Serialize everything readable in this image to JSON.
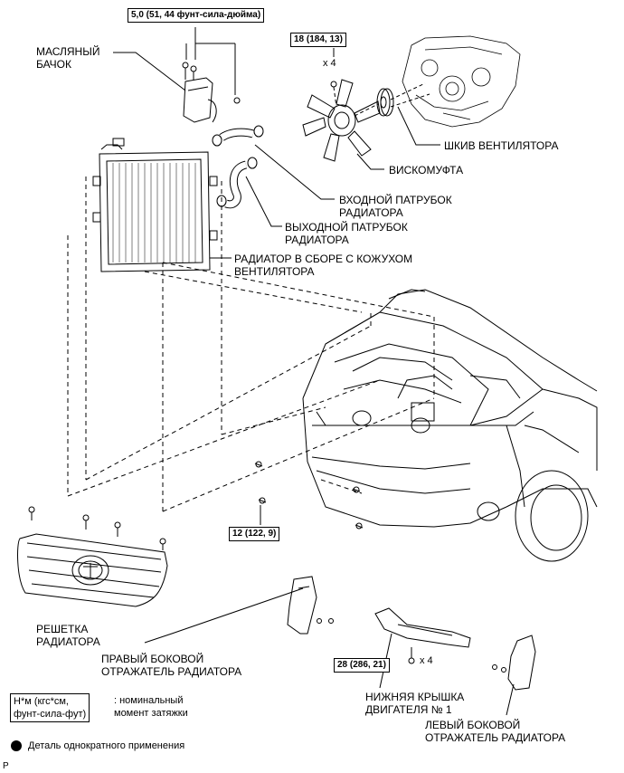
{
  "labels": {
    "oil_tank": "МАСЛЯНЫЙ\nБАЧОК",
    "fan_pulley": "ШКИВ ВЕНТИЛЯТОРА",
    "viscous_coupling": "ВИСКОМУФТА",
    "inlet_hose": "ВХОДНОЙ ПАТРУБОК\nРАДИАТОРА",
    "outlet_hose": "ВЫХОДНОЙ ПАТРУБОК\nРАДИАТОРА",
    "radiator_assy": "РАДИАТОР В СБОРЕ С КОЖУХОМ\nВЕНТИЛЯТОРА",
    "grille": "РЕШЕТКА\nРАДИАТОРА",
    "rh_deflector": "ПРАВЫЙ БОКОВОЙ\nОТРАЖАТЕЛЬ РАДИАТОРА",
    "engine_under_cover": "НИЖНЯЯ КРЫШКА\nДВИГАТЕЛЯ № 1",
    "lh_deflector": "ЛЕВЫЙ БОКОВОЙ\nОТРАЖАТЕЛЬ РАДИАТОРА"
  },
  "torques": {
    "oil_tank_bolt": "5,0 (51, 44 фунт-сила-дюйма)",
    "fan_nut": "18 (184, 13)",
    "radiator_bolt": "12 (122, 9)",
    "under_cover_bolt": "28 (286, 21)"
  },
  "quantities": {
    "fan_nut_qty": "x 4",
    "under_cover_qty": "x 4"
  },
  "legend": {
    "torque_unit": "Н*м (кгс*см,\nфунт-сила-фут)",
    "torque_desc": ": номинальный\nмомент затяжки",
    "single_use": "Деталь однократного применения"
  },
  "footer": {
    "code": "P"
  }
}
